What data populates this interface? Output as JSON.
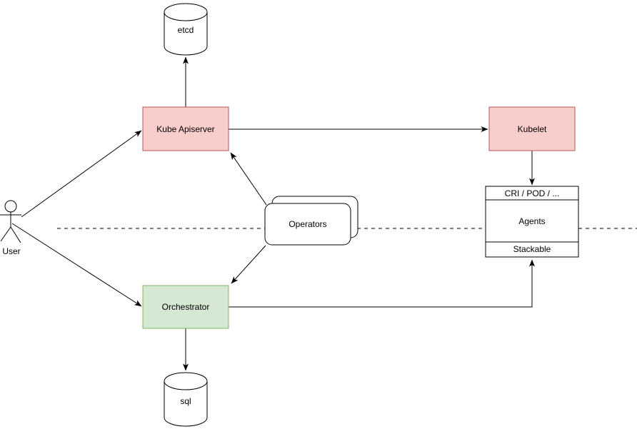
{
  "colors": {
    "canvas_background": "#ffffff",
    "red_node_fill": "#f8cecc",
    "red_node_stroke": "#b85450",
    "green_node_fill": "#d5e8d4",
    "green_node_stroke": "#82b366",
    "plain_node_fill": "#ffffff",
    "line": "#000000"
  },
  "nodes": {
    "etcd": {
      "label": "etcd",
      "shape": "cylinder"
    },
    "kube_apiserver": {
      "label": "Kube Apiserver",
      "shape": "rectangle"
    },
    "kubelet": {
      "label": "Kubelet",
      "shape": "rectangle"
    },
    "operators": {
      "label": "Operators",
      "shape": "stacked-rounded-rectangle"
    },
    "orchestrator": {
      "label": "Orchestrator",
      "shape": "rectangle"
    },
    "sql": {
      "label": "sql",
      "shape": "cylinder"
    },
    "user": {
      "label": "User",
      "shape": "stick-figure-actor"
    },
    "agent_stack": {
      "header_label": "CRI / POD / ...",
      "center_label": "Agents",
      "footer_label": "Stackable",
      "shape": "sectioned-rectangle"
    }
  },
  "edges": [
    {
      "from": "User",
      "to": "Kube Apiserver",
      "style": "solid",
      "arrow": "end"
    },
    {
      "from": "User",
      "to": "Orchestrator",
      "style": "solid",
      "arrow": "end"
    },
    {
      "from": "Kube Apiserver",
      "to": "etcd",
      "style": "solid",
      "arrow": "end"
    },
    {
      "from": "Kube Apiserver",
      "to": "Kubelet",
      "style": "solid",
      "arrow": "end"
    },
    {
      "from": "Operators",
      "to": "Kube Apiserver",
      "style": "solid",
      "arrow": "end"
    },
    {
      "from": "Operators",
      "to": "Orchestrator",
      "style": "solid",
      "arrow": "end"
    },
    {
      "from": "Kubelet",
      "to": "CRI / POD / ...",
      "style": "solid",
      "arrow": "end"
    },
    {
      "from": "Orchestrator",
      "to": "Stackable",
      "style": "solid",
      "arrow": "end"
    },
    {
      "from": "Orchestrator",
      "to": "sql",
      "style": "solid",
      "arrow": "end"
    }
  ],
  "separator": {
    "style": "dashed",
    "orientation": "horizontal"
  }
}
